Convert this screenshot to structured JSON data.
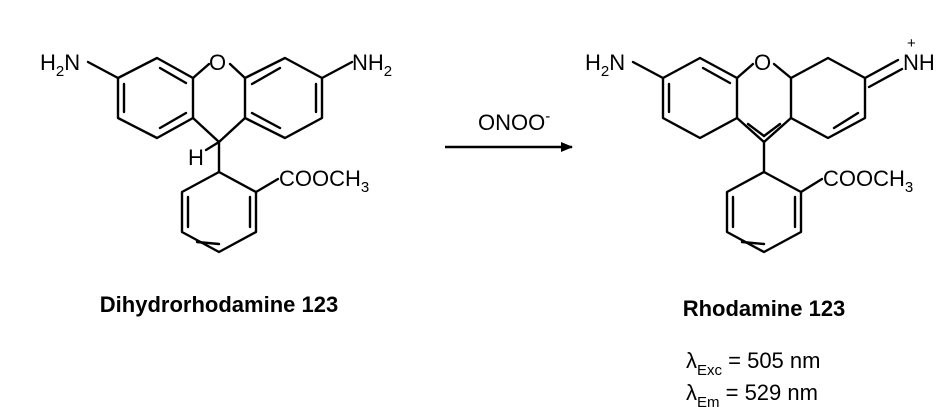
{
  "reactant": {
    "name": "Dihydrorhodamine 123",
    "left_amine": {
      "main": "H",
      "sub": "2",
      "tail": "N"
    },
    "right_amine": {
      "main": "NH",
      "sub": "2"
    },
    "ring_oxygen": "O",
    "bridge_hydrogen": "H",
    "ester": {
      "main": "COOCH",
      "sub": "3"
    }
  },
  "reagent": {
    "main": "ONOO",
    "sup": "-"
  },
  "product": {
    "name": "Rhodamine 123",
    "left_amine": {
      "main": "H",
      "sub": "2",
      "tail": "N"
    },
    "right_iminium": {
      "main": "NH",
      "charge": "+"
    },
    "ring_oxygen": "O",
    "ester": {
      "main": "COOCH",
      "sub": "3"
    }
  },
  "properties": {
    "excitation": {
      "symbol": "λ",
      "sub": "Exc",
      "value": " = 505 nm"
    },
    "emission": {
      "symbol": "λ",
      "sub": "Em",
      "value": " = 529 nm"
    }
  }
}
